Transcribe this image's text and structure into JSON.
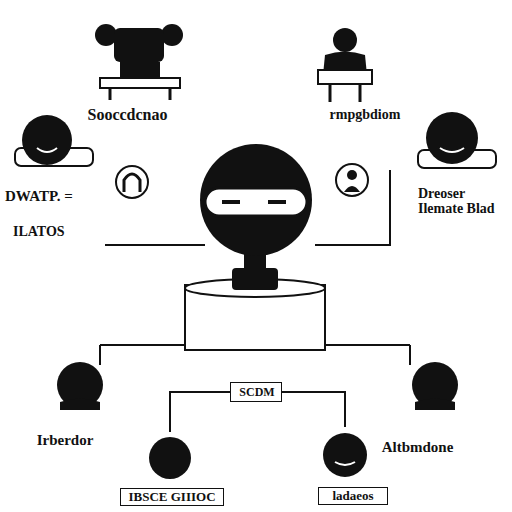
{
  "diagram": {
    "nodes": [
      {
        "text": [
          "Sooccdcnao"
        ]
      },
      {
        "text": [
          "rmpgbdiom"
        ]
      },
      {
        "text": [
          "DWATP. =",
          "ILATOS"
        ]
      },
      {
        "text": [
          "Dreoser Ilemate Blad"
        ]
      },
      {
        "text": [
          "SCDM"
        ]
      },
      {
        "text": [
          "Irberdor"
        ]
      },
      {
        "text": [
          "IBSCE GIIIOC"
        ]
      },
      {
        "text": [
          "Altbmdone",
          "ladaeos"
        ]
      }
    ],
    "edges": [
      {
        "from": 6,
        "to": 4,
        "arrow": "none"
      },
      {
        "from": 4,
        "to": 7,
        "arrow": "none"
      }
    ]
  }
}
